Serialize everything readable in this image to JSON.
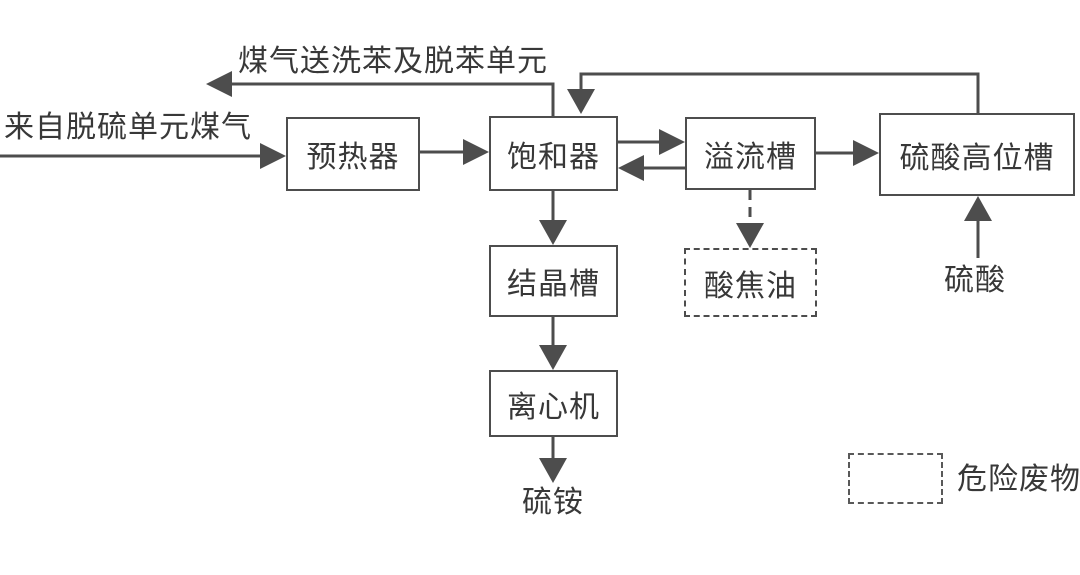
{
  "diagram": {
    "type": "process-flow-diagram",
    "nodes": {
      "preheater": {
        "label": "预热器",
        "shape": "solid-box"
      },
      "saturator": {
        "label": "饱和器",
        "shape": "solid-box"
      },
      "overflow_tank": {
        "label": "溢流槽",
        "shape": "solid-box"
      },
      "acid_head_tank": {
        "label": "硫酸高位槽",
        "shape": "solid-box"
      },
      "crystallizer": {
        "label": "结晶槽",
        "shape": "solid-box"
      },
      "centrifuge": {
        "label": "离心机",
        "shape": "solid-box"
      },
      "acid_tar": {
        "label": "酸焦油",
        "shape": "dashed-box",
        "hazardous_waste": true
      }
    },
    "flow_labels": {
      "input_gas": "来自脱硫单元煤气",
      "gas_out": "煤气送洗苯及脱苯单元",
      "sulfuric_acid_in": "硫酸",
      "product_out": "硫铵"
    },
    "legend": {
      "symbol": "dashed-box",
      "label": "危险废物"
    },
    "edges": [
      {
        "from": "input_gas (来自脱硫单元煤气)",
        "to": "preheater",
        "style": "solid",
        "direction": "right"
      },
      {
        "from": "preheater",
        "to": "saturator",
        "style": "solid",
        "direction": "right"
      },
      {
        "from": "saturator",
        "to": "gas_out (煤气送洗苯及脱苯单元)",
        "style": "solid",
        "direction": "up-left"
      },
      {
        "from": "acid_head_tank",
        "to": "saturator",
        "style": "solid",
        "direction": "up-left-down"
      },
      {
        "from": "saturator",
        "to": "overflow_tank",
        "style": "solid",
        "direction": "right"
      },
      {
        "from": "overflow_tank",
        "to": "saturator",
        "style": "solid",
        "direction": "left"
      },
      {
        "from": "overflow_tank",
        "to": "acid_head_tank",
        "style": "solid",
        "direction": "right"
      },
      {
        "from": "saturator",
        "to": "crystallizer",
        "style": "solid",
        "direction": "down"
      },
      {
        "from": "crystallizer",
        "to": "centrifuge",
        "style": "solid",
        "direction": "down"
      },
      {
        "from": "centrifuge",
        "to": "product_out (硫铵)",
        "style": "solid",
        "direction": "down"
      },
      {
        "from": "overflow_tank",
        "to": "acid_tar",
        "style": "dashed",
        "direction": "down"
      },
      {
        "from": "sulfuric_acid_in (硫酸)",
        "to": "acid_head_tank",
        "style": "solid",
        "direction": "up"
      }
    ],
    "colors": {
      "line": "#4d4d4d",
      "text": "#383838",
      "box_border": "#4d4d4d",
      "background": "#ffffff"
    }
  }
}
